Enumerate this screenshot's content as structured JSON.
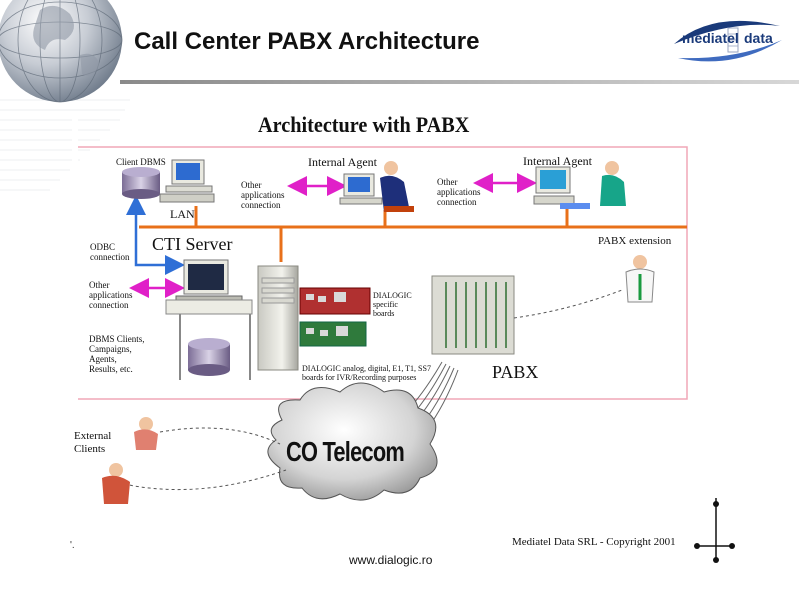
{
  "slide": {
    "title": "Call Center PABX Architecture",
    "website": "www.dialogic.ro",
    "copyright": "Mediatel Data SRL - Copyright 2001",
    "bullet": "'."
  },
  "logo": {
    "brand_left": "mediatel",
    "brand_right": "data"
  },
  "diagram": {
    "title": "Architecture with PABX",
    "labels": {
      "client_dbms": "Client DBMS",
      "internal_agent_1": "Internal Agent",
      "internal_agent_2": "Internal Agent",
      "other_apps_1": [
        "Other",
        "applications",
        "connection"
      ],
      "other_apps_2": [
        "Other",
        "applications",
        "connection"
      ],
      "lan": "LAN",
      "cti_server": "CTI Server",
      "pabx_extension": "PABX extension",
      "odbc": [
        "ODBC",
        "connection"
      ],
      "other_apps_left": [
        "Other",
        "applications",
        "connection"
      ],
      "dbms_clients": [
        "DBMS Clients,",
        "Campaigns,",
        "Agents,",
        "Results, etc."
      ],
      "dialogic_board": [
        "DIALOGIC",
        "specific",
        "boards"
      ],
      "dialogic_boards_caption": [
        "DIALOGIC analog, digital, E1, T1, SS7",
        "boards for IVR/Recording purposes"
      ],
      "pabx": "PABX",
      "co_telecom": "CO Telecom",
      "external_clients": [
        "External",
        "Clients"
      ]
    },
    "colors": {
      "lan_bus": "#e8701a",
      "odbc_arrow": "#2f6fd6",
      "magenta_arrow": "#e020c8",
      "frame": "#f1a7b7"
    }
  }
}
